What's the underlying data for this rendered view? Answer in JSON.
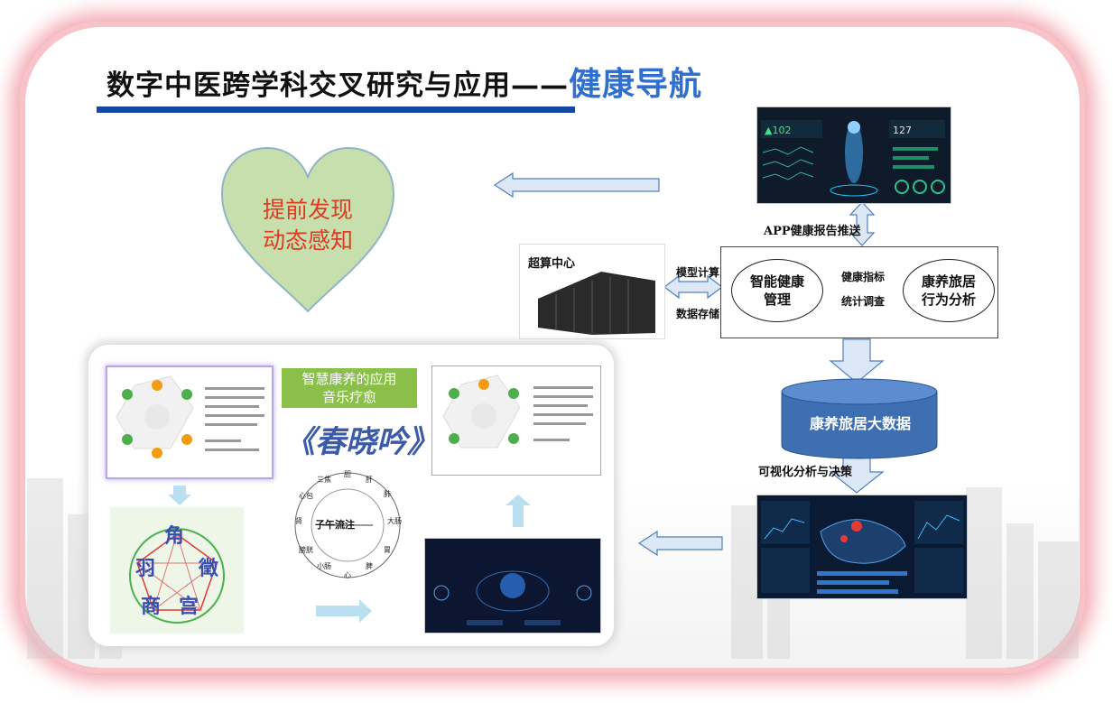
{
  "title": {
    "main": "数字中医跨学科交叉研究与应用——",
    "accent": "健康导航"
  },
  "heart": {
    "line1": "提前发现",
    "line2": "动态感知"
  },
  "labels": {
    "app_push": "APP健康报告推送",
    "supercomputing": "超算中心",
    "model_compute": "模型计算",
    "data_storage": "数据存储",
    "smart_health_1": "智能健康",
    "smart_health_2": "管理",
    "health_index": "健康指标",
    "stat_survey": "统计调查",
    "behavior_1": "康养旅居",
    "behavior_2": "行为分析",
    "big_data": "康养旅居大数据",
    "visual_decision": "可视化分析与决策"
  },
  "music": {
    "line1": "智慧康养的应用",
    "line2": "音乐疗愈",
    "poem": "《春晓吟》",
    "wheel_center": "子午流注"
  },
  "wuyin": {
    "jiao": "角",
    "zhi": "徵",
    "gong": "宫",
    "shang": "商",
    "yu": "羽"
  },
  "colors": {
    "title_rule": "#1747a5",
    "accent": "#2f6fd0",
    "frame_glow": "#f4a9b2",
    "heart_fill": "#c6dfac",
    "cylinder": "#3f6fb3",
    "arrow": "#dde8f7"
  }
}
